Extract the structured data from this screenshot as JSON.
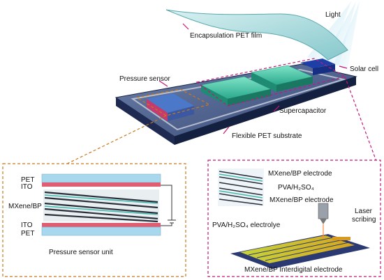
{
  "labels": {
    "light": "Light",
    "pet_film": "Encapsulation PET film",
    "solar_cell": "Solar cell",
    "pressure_sensor": "Pressure sensor",
    "supercapacitor": "Supercapacitor",
    "flexible_substrate": "Flexible PET substrate"
  },
  "sensor_inset": {
    "pet_top": "PET",
    "ito_top": "ITO",
    "mxene_bp": "MXene/BP",
    "ito_bottom": "ITO",
    "pet_bottom": "PET",
    "caption": "Pressure sensor unit"
  },
  "supercap_inset": {
    "electrode_top": "MXene/BP electrode",
    "electrolyte_mid": "PVA/H₂SO₄",
    "electrode_bottom": "MXene/BP electrode",
    "electrolyte": "PVA/H₂SO₄ electrolye",
    "laser": "Laser",
    "scribing": "scribing",
    "caption": "MXene/BP Interdigital electrode"
  },
  "colors": {
    "arrow": "#c2187a",
    "dash_orange": "#c9781e",
    "dash_pink": "#c2187a",
    "substrate": "#25335e",
    "module": "#3fc7a9"
  }
}
